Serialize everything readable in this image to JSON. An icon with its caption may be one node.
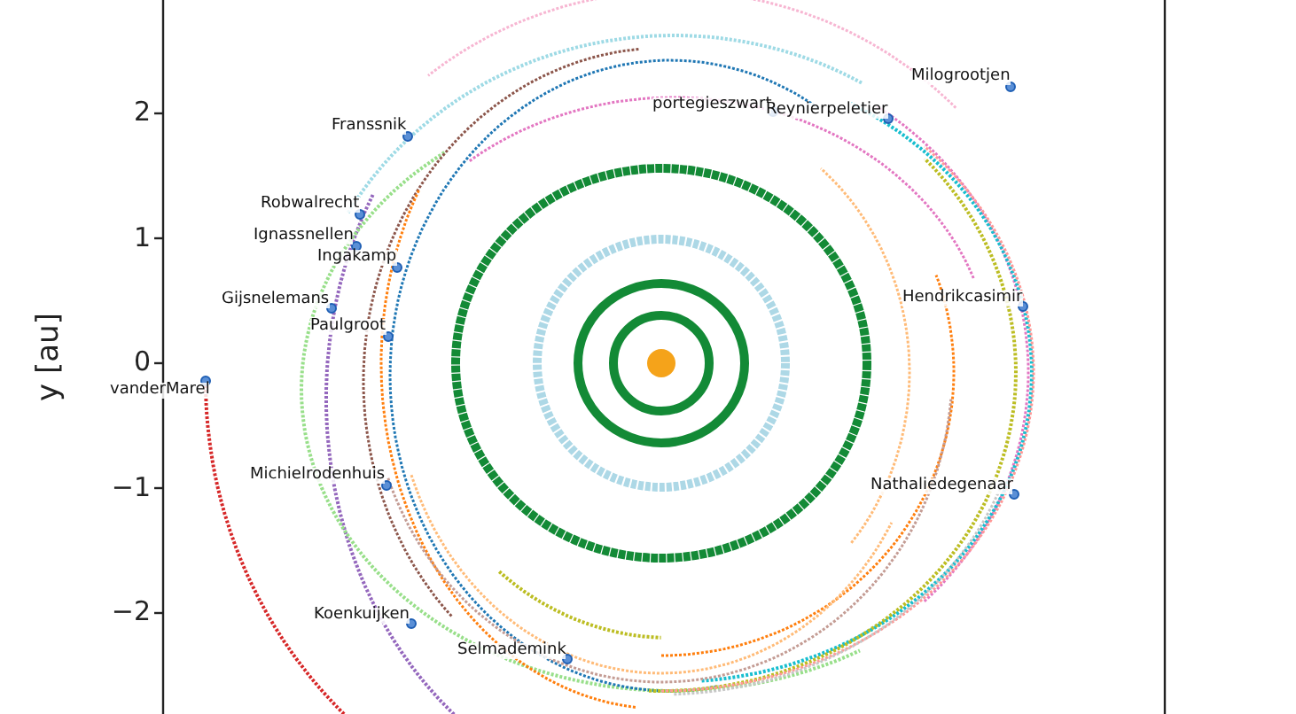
{
  "diagram": {
    "labels": [
      "2",
      "1",
      "0",
      "−1",
      "−2",
      "y [au]",
      "Milogrootjen",
      "portegieszwart",
      "Reynierpeletier",
      "Franssnik",
      "Robwalrecht",
      "Ignassnellen",
      "Ingakamp",
      "Hendrikcasimir",
      "Gijsnelemans",
      "Paulgroot",
      "vanderMarel",
      "Michielrodenhuis",
      "Nathaliedegenaar",
      "Koenkuijken",
      "Selmademink"
    ]
  }
}
